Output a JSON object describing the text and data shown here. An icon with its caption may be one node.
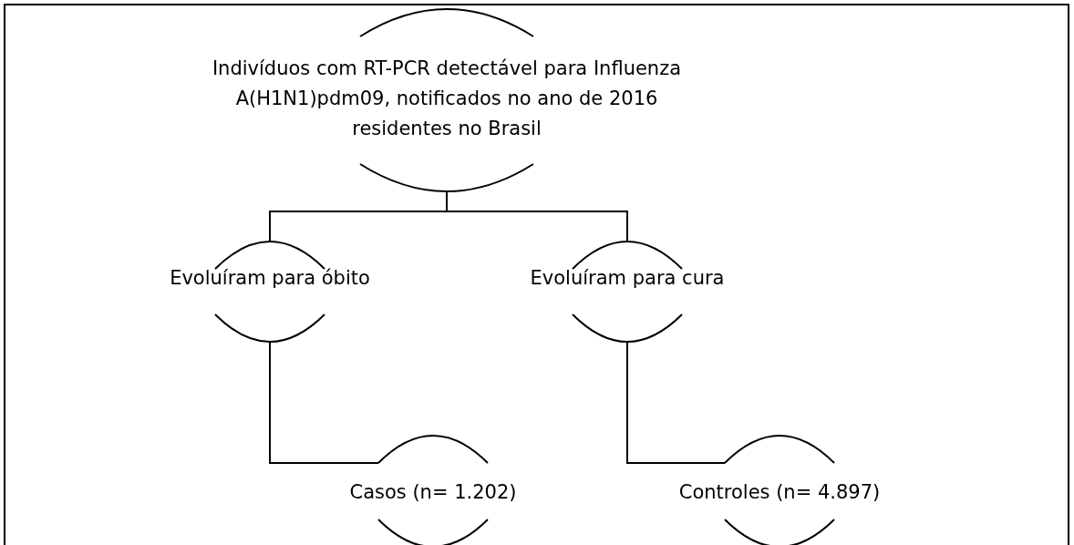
{
  "diagram": {
    "nodes": [
      {
        "text": [
          "Indivíduos com RT-PCR detectável para Influenza A(H1N1)pdm09, notificados no ano de 2016 residentes no Brasil"
        ]
      },
      {
        "text": [
          "Evoluíram para óbito"
        ]
      },
      {
        "text": [
          "Evoluíram para cura"
        ]
      },
      {
        "text": [
          "Casos (n= 1.202)"
        ]
      },
      {
        "text": [
          "Controles (n= 4.897)"
        ]
      }
    ],
    "edges": [
      {
        "from": 0,
        "to": 1,
        "arrow": "none"
      },
      {
        "from": 0,
        "to": 2,
        "arrow": "none"
      },
      {
        "from": 1,
        "to": 3,
        "arrow": "none"
      },
      {
        "from": 2,
        "to": 4,
        "arrow": "none"
      }
    ]
  }
}
